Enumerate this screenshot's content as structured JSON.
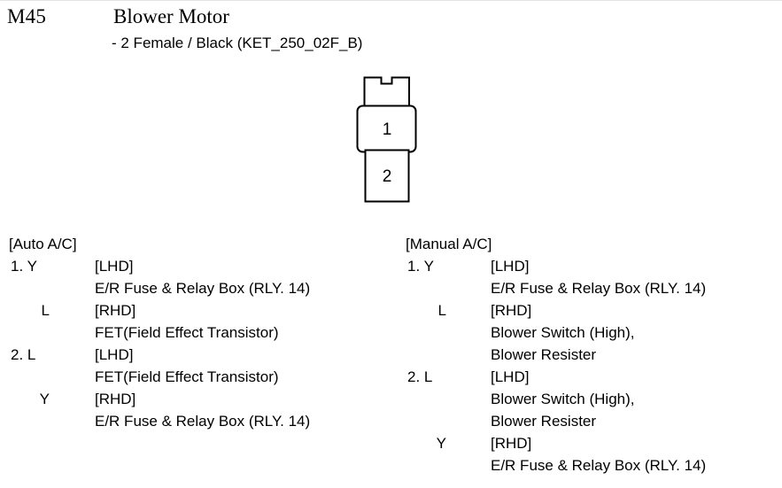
{
  "header": {
    "code": "M45",
    "title": "Blower Motor",
    "subtitle": "- 2 Female / Black (KET_250_02F_B)"
  },
  "connector": {
    "pin_labels": [
      "1",
      "2"
    ],
    "outline_color": "#000000",
    "fill_color": "#ffffff"
  },
  "columns": [
    {
      "title": "[Auto A/C]",
      "rows": [
        {
          "index": "1. Y",
          "color": "",
          "desc": "[LHD]"
        },
        {
          "index": "",
          "color": "",
          "desc": "E/R Fuse & Relay Box (RLY. 14)"
        },
        {
          "index": "",
          "color": "L",
          "desc": "[RHD]"
        },
        {
          "index": "",
          "color": "",
          "desc": "FET(Field Effect Transistor)"
        },
        {
          "index": "2. L",
          "color": "",
          "desc": "[LHD]"
        },
        {
          "index": "",
          "color": "",
          "desc": "FET(Field Effect Transistor)"
        },
        {
          "index": "",
          "color": "Y",
          "desc": "[RHD]"
        },
        {
          "index": "",
          "color": "",
          "desc": "E/R Fuse & Relay Box (RLY. 14)"
        }
      ]
    },
    {
      "title": "[Manual A/C]",
      "rows": [
        {
          "index": "1. Y",
          "color": "",
          "desc": "[LHD]"
        },
        {
          "index": "",
          "color": "",
          "desc": "E/R Fuse & Relay Box (RLY. 14)"
        },
        {
          "index": "",
          "color": "L",
          "desc": "[RHD]"
        },
        {
          "index": "",
          "color": "",
          "desc": "Blower Switch (High),"
        },
        {
          "index": "",
          "color": "",
          "desc": "Blower Resister"
        },
        {
          "index": "2. L",
          "color": "",
          "desc": "[LHD]"
        },
        {
          "index": "",
          "color": "",
          "desc": "Blower Switch (High),"
        },
        {
          "index": "",
          "color": "",
          "desc": "Blower Resister"
        },
        {
          "index": "",
          "color": "Y",
          "desc": "[RHD]"
        },
        {
          "index": "",
          "color": "",
          "desc": "E/R Fuse & Relay Box (RLY. 14)"
        }
      ]
    }
  ]
}
